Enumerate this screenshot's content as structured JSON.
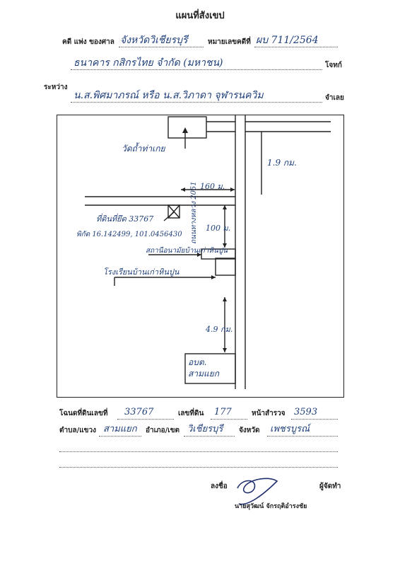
{
  "header": {
    "title": "แผนที่สังเขป",
    "case_label": "คดี แพ่ง ของศาล",
    "court_name": "จังหวัดวิเชียรบุรี",
    "black_no_label": "หมายเลขคดีที่",
    "black_no_value": "ผบ 711/2564",
    "plaintiff_name": "ธนาคาร กสิกรไทย จำกัด (มหาชน)",
    "plaintiff_role": "โจทก์",
    "between_label": "ระหว่าง",
    "defendant_name": "น.ส.พิศมาภรณ์ หรือ น.ส.วิภาดา จุฬารนควิม",
    "defendant_role": "จำเลย"
  },
  "map": {
    "temple_label": "วัดถ้ำท่าเกย",
    "dist_top_right": "1.9 กม.",
    "dist_160": "160 ม.",
    "highway_label": "ถนนทางหลวง 2051",
    "land_label": "ที่ดินที่ยึด 33767",
    "coords_label": "พิกัด 16.142499, 101.0456430",
    "dist_100": "100 ม.",
    "health_label": "สถานีอนามัยบ้านเก่าหินปูน",
    "school_label": "โรงเรียนบ้านเก่าหินปูน",
    "dist_49": "4.9 กม.",
    "office_line1": "อบต.",
    "office_line2": "สามแยก"
  },
  "footer": {
    "deed_label": "โฉนดที่ดินเลขที่",
    "deed_value": "33767",
    "land_no_label": "เลขที่ดิน",
    "land_no_value": "177",
    "survey_label": "หน้าสำรวจ",
    "survey_value": "3593",
    "subdistrict_label": "ตำบล/แขวง",
    "subdistrict_value": "สามแยก",
    "district_label": "อำเภอ/เขต",
    "district_value": "วิเชียรบุรี",
    "province_label": "จังหวัด",
    "province_value": "เพชรบูรณ์",
    "sign_label": "ลงชื่อ",
    "preparer_label": "ผู้จัดทำ",
    "preparer_name": "นายสุวัฒน์ จักรฤติอำรงชัย"
  },
  "colors": {
    "ink": "#1f3f7a",
    "print": "#222222"
  }
}
